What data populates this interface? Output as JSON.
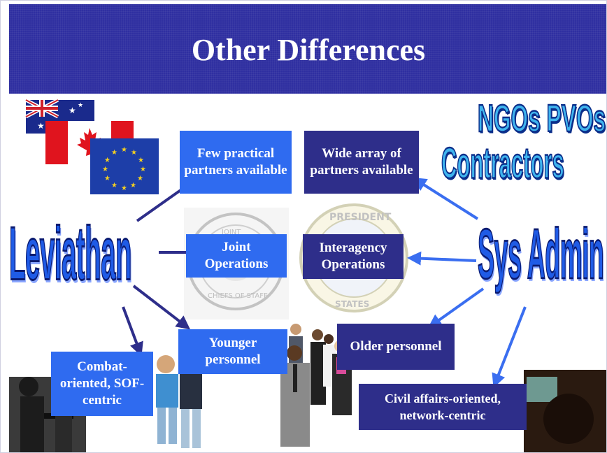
{
  "slide": {
    "title": "Other Differences"
  },
  "left_label": "Leviathan",
  "right_label": "Sys Admin",
  "word_art": {
    "line1": "NGOs  PVOs",
    "line2": "Contractors"
  },
  "boxes": {
    "few_partners": "Few practical partners available",
    "wide_partners": "Wide array of partners available",
    "joint_ops": "Joint Operations",
    "interagency_ops": "Interagency Operations",
    "younger": "Younger personnel",
    "older": "Older personnel",
    "combat": "Combat-oriented, SOF-centric",
    "civil": "Civil affairs-oriented, network-centric"
  },
  "colors": {
    "title_bar": "#2f2fa0",
    "bright_box": "#2f6bf0",
    "dark_box": "#2e2e8a",
    "arrow_left": "#2e2e8a",
    "arrow_right": "#3a6ef0",
    "leviathan": "#1f5be6",
    "word_art": "#3fb4ee"
  },
  "icons": [
    "australia-flag-icon",
    "canada-flag-icon",
    "eu-flag-icon",
    "joint-chiefs-seal-icon",
    "executive-office-seal-icon"
  ]
}
